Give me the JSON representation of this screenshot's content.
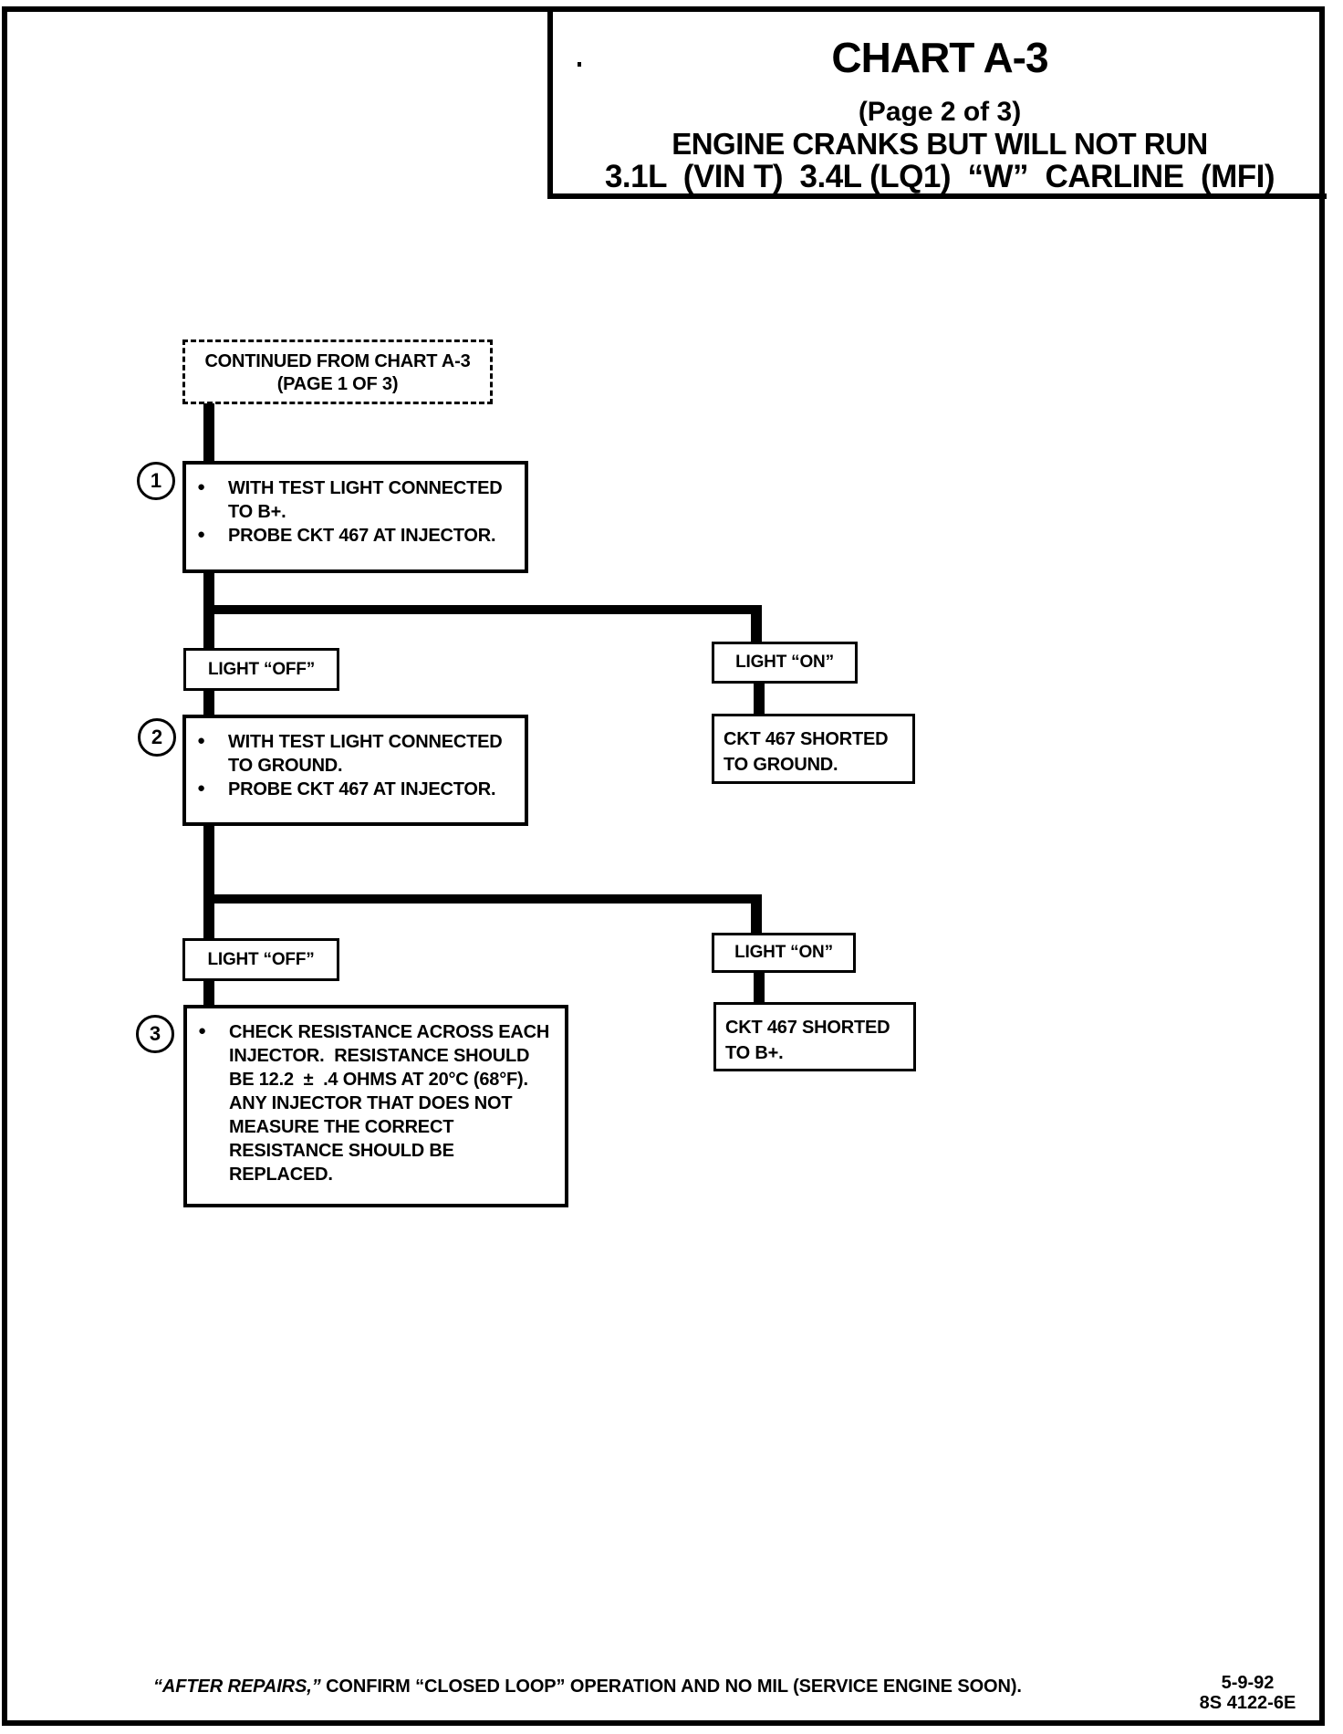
{
  "colors": {
    "ink": "#000000",
    "paper": "#ffffff"
  },
  "title_block": {
    "chart": "CHART A-3",
    "page_info": "(Page 2 of 3)",
    "subtitle": "ENGINE CRANKS BUT WILL NOT RUN",
    "engine_line": "3.1L  (VIN T)  3.4L (LQ1)  “W”  CARLINE  (MFI)"
  },
  "flow": {
    "continued_box": "CONTINUED FROM CHART A-3\n(PAGE 1 OF 3)",
    "bullet_glyph": "●",
    "step1": {
      "number": "1",
      "item1": "WITH TEST LIGHT CONNECTED\nTO B+.",
      "item2": "PROBE CKT 467 AT INJECTOR."
    },
    "branch1": {
      "light_off": "LIGHT “OFF”",
      "light_on": "LIGHT “ON”",
      "result_on": "CKT 467 SHORTED\nTO GROUND."
    },
    "step2": {
      "number": "2",
      "item1": "WITH TEST LIGHT CONNECTED\nTO GROUND.",
      "item2": "PROBE CKT 467 AT INJECTOR."
    },
    "branch2": {
      "light_off": "LIGHT “OFF”",
      "light_on": "LIGHT “ON”",
      "result_on": "CKT 467 SHORTED\nTO B+."
    },
    "step3": {
      "number": "3",
      "item1": "CHECK RESISTANCE ACROSS EACH\nINJECTOR.  RESISTANCE SHOULD\nBE 12.2  ±  .4 OHMS AT 20°C (68°F).\nANY INJECTOR THAT DOES NOT\nMEASURE THE CORRECT\nRESISTANCE SHOULD BE\nREPLACED."
    }
  },
  "footer": {
    "note_lead": "“AFTER REPAIRS,”",
    "note_rest": " CONFIRM “CLOSED LOOP” OPERATION AND NO MIL (SERVICE ENGINE SOON).",
    "date": "5-9-92",
    "doc_code": "8S 4122-6E"
  }
}
